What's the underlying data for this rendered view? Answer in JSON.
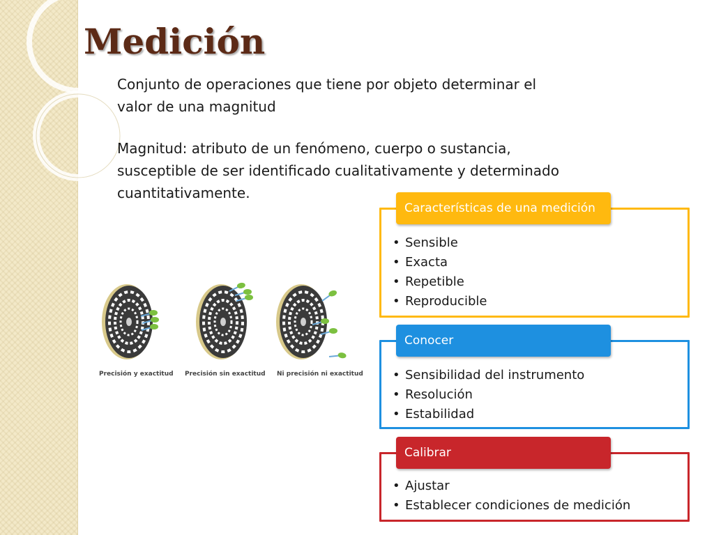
{
  "slide": {
    "title": "Medición",
    "paragraph1": "Conjunto de operaciones que tiene por objeto determinar el valor de una magnitud",
    "paragraph2": "Magnitud: atributo de un fenómeno, cuerpo o sustancia, susceptible de ser identificado cualitativamente y determinado cuantitativamente."
  },
  "figure": {
    "labels": [
      "Precisión y exactitud",
      "Precisión sin exactitud",
      "Ni precisión ni exactitud"
    ]
  },
  "boxes": [
    {
      "header": "Características de una medición",
      "color": "#ffb90f",
      "border": "#ffb90f",
      "items": [
        "Sensible",
        "Exacta",
        "Repetible",
        "Reproducible"
      ]
    },
    {
      "header": "Conocer",
      "color": "#1e90e0",
      "border": "#1e90e0",
      "items": [
        "Sensibilidad del instrumento",
        "Resolución",
        "Estabilidad"
      ]
    },
    {
      "header": "Calibrar",
      "color": "#c8262b",
      "border": "#c8262b",
      "items": [
        "Ajustar",
        "Establecer condiciones de medición"
      ]
    }
  ]
}
